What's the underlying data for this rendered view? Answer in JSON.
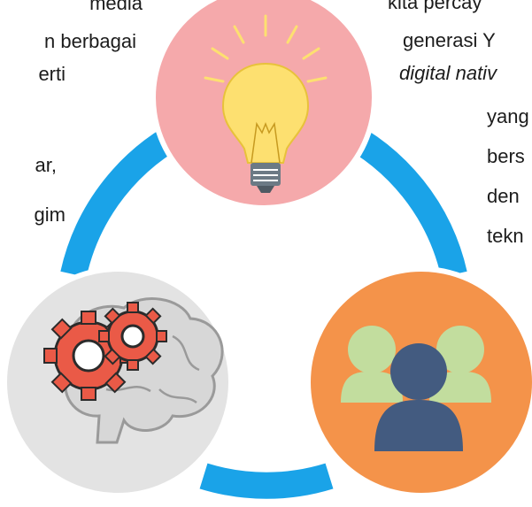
{
  "colors": {
    "ring": "#1aa3e8",
    "circle_top": "#f5a9ab",
    "circle_left": "#e3e3e3",
    "circle_right": "#f4934a",
    "bulb": "#fde070",
    "bulb_base": "#6c7a85",
    "gear": "#ea5a47",
    "brain": "#d7d7d7",
    "person_front": "#435b80",
    "person_back": "#c2dd9e"
  },
  "icons": {
    "top": "light-bulb-icon",
    "left": "brain-gears-icon",
    "right": "people-group-icon"
  },
  "left_text": [
    {
      "text": "media"
    },
    {
      "text": "n berbagai"
    },
    {
      "text": "erti"
    },
    {
      "text": "ar,"
    },
    {
      "text": "gim"
    }
  ],
  "right_text": [
    {
      "text": "kita percay"
    },
    {
      "text": "generasi Y"
    },
    {
      "text": "digital nativ"
    },
    {
      "text": "yang"
    },
    {
      "text": "bers"
    },
    {
      "text": "den"
    },
    {
      "text": "tekn"
    }
  ]
}
